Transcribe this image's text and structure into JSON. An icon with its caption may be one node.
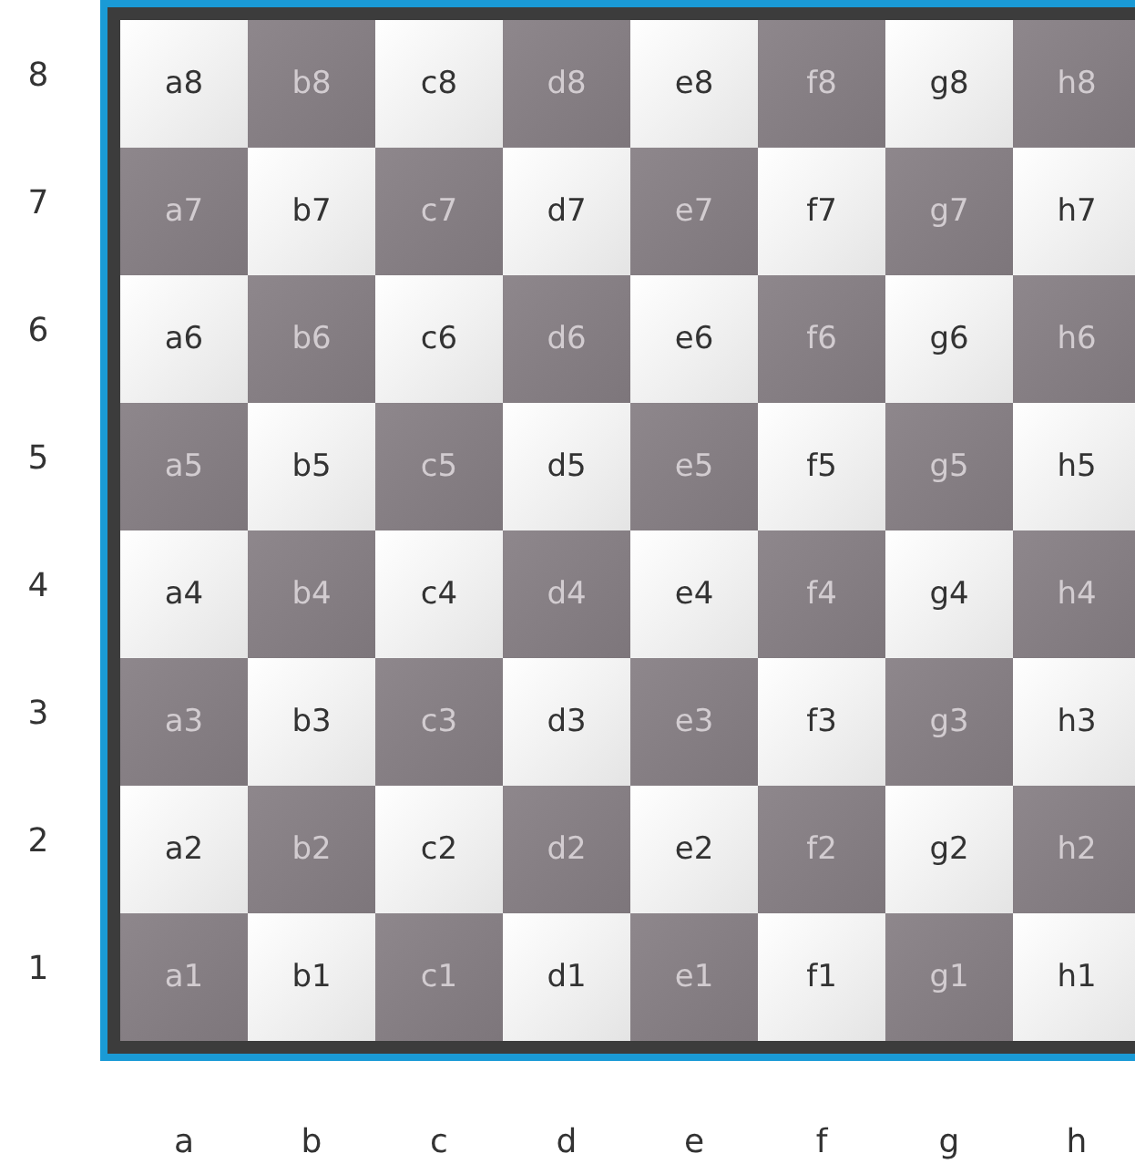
{
  "diagram": {
    "labels": [
      "8",
      "a8",
      "b8",
      "c8",
      "d8",
      "e8",
      "f8",
      "g8",
      "h8",
      "7",
      "a7",
      "b7",
      "c7",
      "d7",
      "e7",
      "f7",
      "g7",
      "h7",
      "6",
      "a6",
      "b6",
      "c6",
      "d6",
      "e6",
      "f6",
      "g6",
      "h6",
      "5",
      "a5",
      "b5",
      "c5",
      "d5",
      "e5",
      "f5",
      "g5",
      "h5",
      "4",
      "a4",
      "b4",
      "c4",
      "d4",
      "e4",
      "f4",
      "g4",
      "h4",
      "3",
      "a3",
      "b3",
      "c3",
      "d3",
      "e3",
      "f3",
      "g3",
      "h3",
      "2",
      "a2",
      "b2",
      "c2",
      "d2",
      "e2",
      "f2",
      "g2",
      "h2",
      "1",
      "a1",
      "b1",
      "c1",
      "d1",
      "e1",
      "f1",
      "g1",
      "h1",
      "a",
      "b",
      "c",
      "d",
      "e",
      "f",
      "g",
      "h"
    ]
  }
}
